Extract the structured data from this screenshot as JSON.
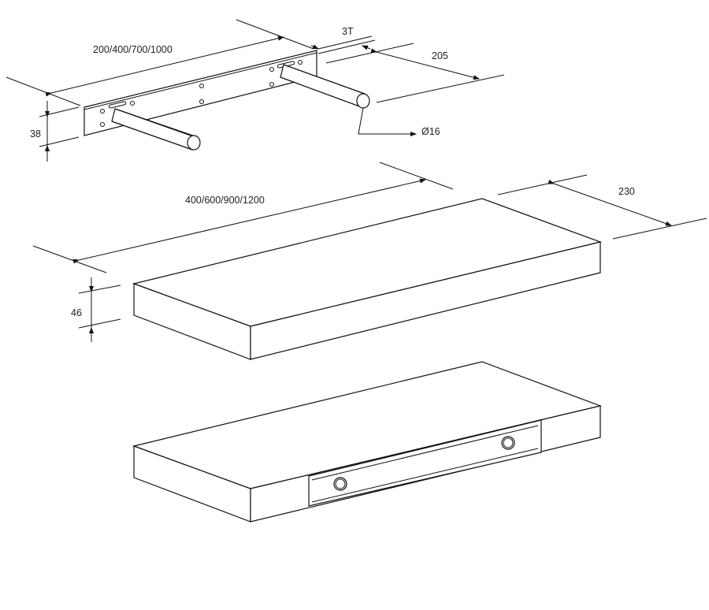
{
  "bracket": {
    "length_label": "200/400/700/1000",
    "thickness_label": "3T",
    "rod_length_label": "205",
    "height_label": "38",
    "rod_diameter_label": "Ø16"
  },
  "shelf": {
    "length_label": "400/600/900/1200",
    "depth_label": "230",
    "height_label": "46"
  },
  "colors": {
    "line": "#111111",
    "background": "#ffffff"
  }
}
